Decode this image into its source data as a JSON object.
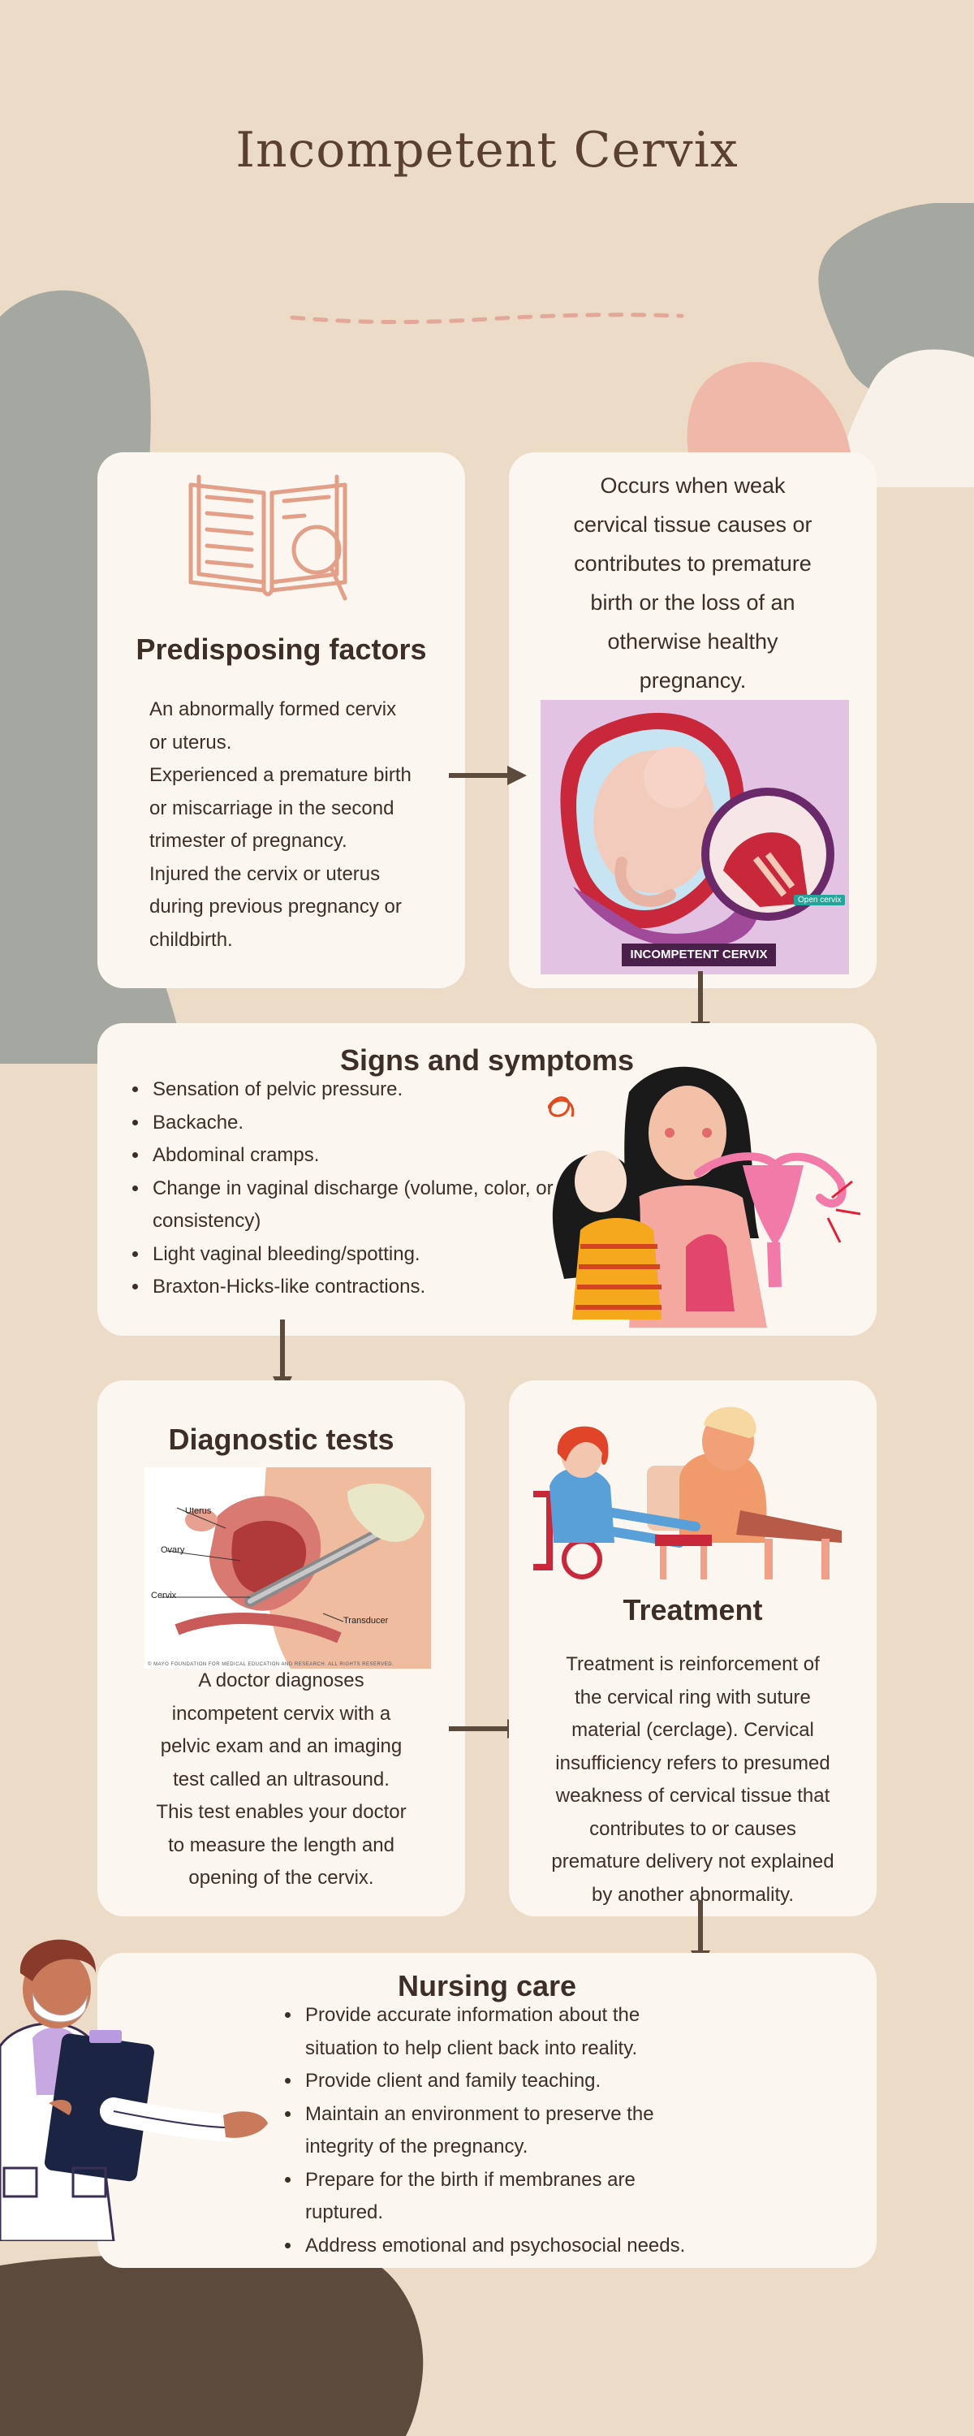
{
  "page": {
    "title": "Incompetent Cervix"
  },
  "colors": {
    "background": "#ecdcc7",
    "card": "#fbf6f0",
    "blob_gray": "#a5a8a0",
    "blob_peach": "#f0b8a8",
    "blob_brown": "#5c4a3d",
    "arrow": "#5c4a3d",
    "accent_line": "#e3a89a"
  },
  "predisposing": {
    "icon": "open-book-magnifier-icon",
    "heading": "Predisposing factors",
    "lines": [
      "An abnormally formed cervix",
      "or uterus.",
      "Experienced a premature birth",
      "or miscarriage in the second",
      "trimester of pregnancy.",
      "Injured the cervix or uterus",
      "during previous pregnancy or",
      "childbirth."
    ]
  },
  "definition": {
    "lines": [
      "Occurs when weak",
      "cervical tissue causes or",
      "contributes to premature",
      "birth or the loss of an",
      "otherwise healthy",
      "pregnancy."
    ],
    "image_caption": "INCOMPETENT CERVIX",
    "image_tag": "Open cervix"
  },
  "signs": {
    "heading": "Signs and symptoms",
    "items": [
      "Sensation of pelvic pressure.",
      "Backache.",
      "Abdominal cramps.",
      "Change in vaginal discharge (volume, color, or consistency)",
      "Light vaginal bleeding/spotting.",
      "Braxton-Hicks-like contractions."
    ]
  },
  "diagnostic": {
    "heading": "Diagnostic tests",
    "image_labels": {
      "uterus": "Uterus",
      "ovary": "Ovary",
      "cervix": "Cervix",
      "transducer": "Transducer",
      "footer": "© MAYO FOUNDATION FOR MEDICAL EDUCATION AND RESEARCH. ALL RIGHTS RESERVED."
    },
    "lines": [
      "A doctor diagnoses",
      "incompetent cervix with a",
      "pelvic exam and an imaging",
      "test called an ultrasound.",
      "This test enables your doctor",
      "to measure the length and",
      "opening of the cervix."
    ]
  },
  "treatment": {
    "heading": "Treatment",
    "lines": [
      "Treatment is reinforcement of",
      "the cervical ring with suture",
      "material (cerclage). Cervical",
      "insufficiency refers to presumed",
      "weakness of cervical tissue that",
      "contributes to or causes",
      "premature delivery not explained",
      "by another abnormality."
    ]
  },
  "nursing": {
    "heading": "Nursing care",
    "items": [
      "Provide accurate information about the situation to help client back into reality.",
      "Provide client and family teaching.",
      "Maintain an environment to preserve the integrity of the pregnancy.",
      "Prepare for the birth if membranes are ruptured.",
      "Address emotional and psychosocial needs."
    ]
  }
}
